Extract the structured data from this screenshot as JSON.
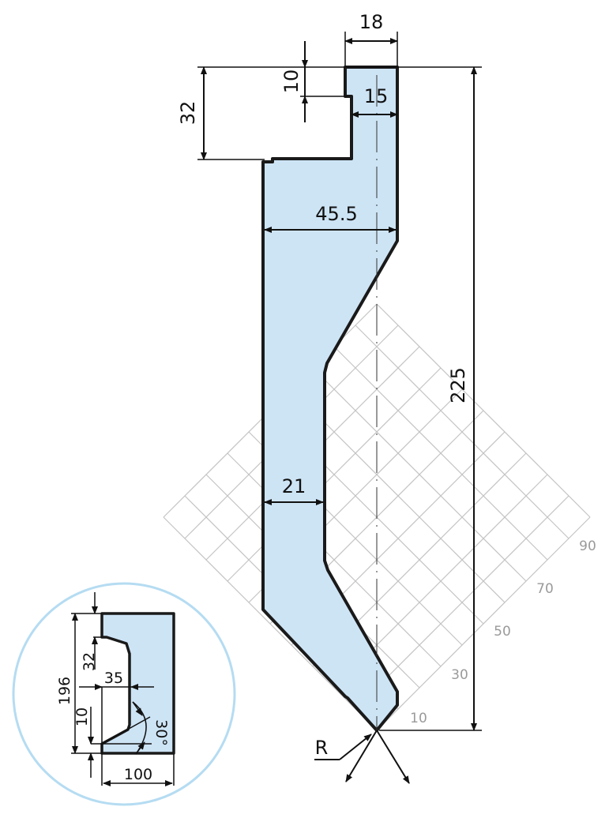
{
  "colors": {
    "fill": "#cde4f5",
    "outline": "#1a1a1a",
    "grid": "#bdbdbd",
    "circle": "#b5dcf2"
  },
  "main_profile": {
    "dimensions": {
      "top_width": "18",
      "tip_width": "15",
      "shoulder_height": "10",
      "step_height": "32",
      "body_width": "45.5",
      "neck_width": "21",
      "total_height": "225",
      "radius": "R"
    }
  },
  "grid_scale": {
    "labels": [
      "10",
      "30",
      "50",
      "70",
      "90"
    ]
  },
  "detail_inset": {
    "dimensions": {
      "total_height": "196",
      "top_step": "32",
      "width_35": "35",
      "bottom_step": "10",
      "angle": "30°",
      "width_100": "100"
    }
  }
}
